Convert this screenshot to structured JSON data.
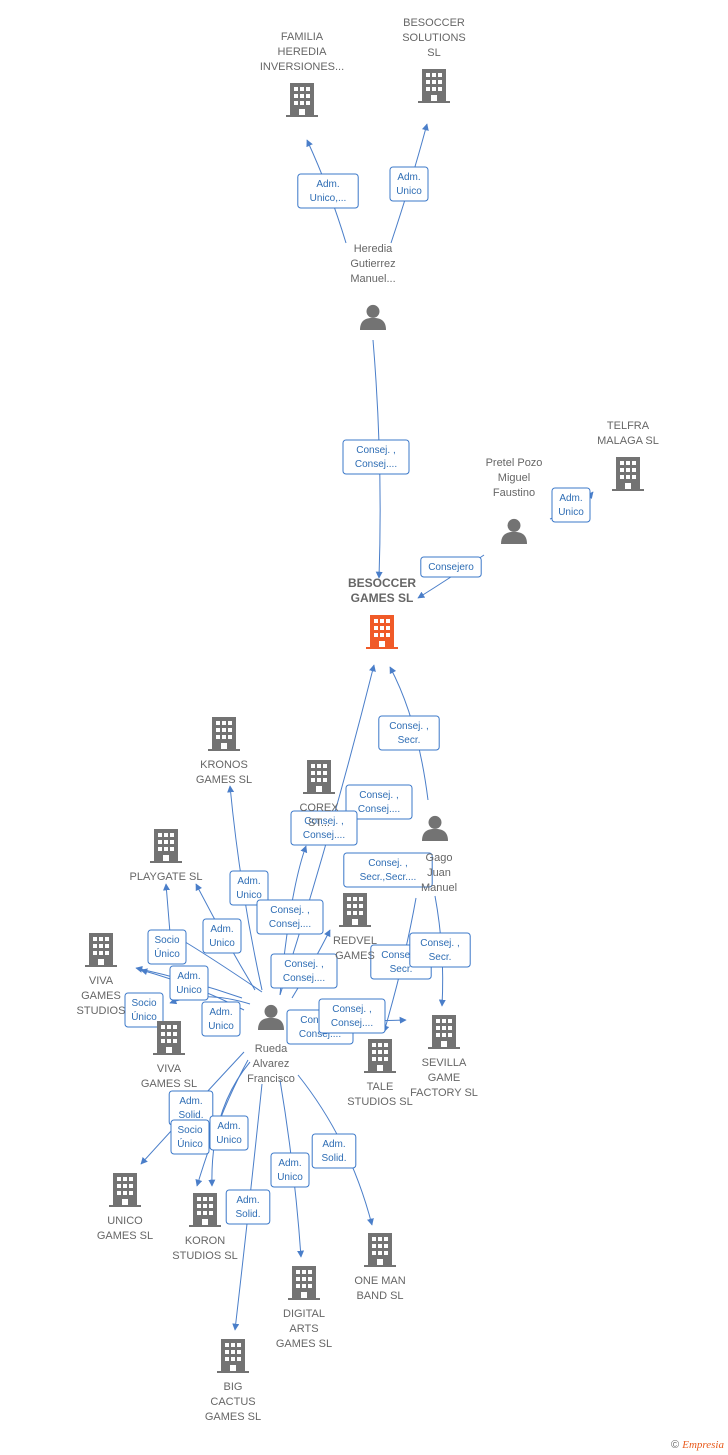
{
  "colors": {
    "company": "#737373",
    "main_company": "#f05a28",
    "person": "#737373",
    "edge": "#4a7ec9",
    "label": "#3b78c9"
  },
  "nodes": [
    {
      "id": "familia",
      "type": "company",
      "lines": [
        "FAMILIA",
        "HEREDIA",
        "INVERSIONES..."
      ]
    },
    {
      "id": "besoccer_sol",
      "type": "company",
      "lines": [
        "BESOCCER",
        "SOLUTIONS",
        "SL"
      ]
    },
    {
      "id": "heredia",
      "type": "person",
      "lines": [
        "Heredia",
        "Gutierrez",
        "Manuel..."
      ]
    },
    {
      "id": "telfra",
      "type": "company",
      "lines": [
        "TELFRA",
        "MALAGA SL"
      ]
    },
    {
      "id": "pretel",
      "type": "person",
      "lines": [
        "Pretel Pozo",
        "Miguel",
        "Faustino"
      ]
    },
    {
      "id": "besoccer_games",
      "type": "main",
      "lines": [
        "BESOCCER",
        "GAMES  SL"
      ]
    },
    {
      "id": "kronos",
      "type": "company",
      "lines": [
        "KRONOS",
        "GAMES  SL"
      ]
    },
    {
      "id": "corex",
      "type": "company",
      "lines": [
        "COREX",
        "ST..."
      ]
    },
    {
      "id": "gago",
      "type": "person",
      "lines": [
        "Gago",
        "Juan",
        "Manuel"
      ]
    },
    {
      "id": "playgate",
      "type": "company",
      "lines": [
        "PLAYGATE  SL"
      ]
    },
    {
      "id": "redvel",
      "type": "company",
      "lines": [
        "REDVEL",
        "GAMES"
      ]
    },
    {
      "id": "viva_studios",
      "type": "company",
      "lines": [
        "VIVA",
        "GAMES",
        "STUDIOS"
      ]
    },
    {
      "id": "viva_games",
      "type": "company",
      "lines": [
        "VIVA",
        "GAMES  SL"
      ]
    },
    {
      "id": "rueda",
      "type": "person",
      "lines": [
        "Rueda",
        "Alvarez",
        "Francisco"
      ]
    },
    {
      "id": "sevilla",
      "type": "company",
      "lines": [
        "SEVILLA",
        "GAME",
        "FACTORY  SL"
      ]
    },
    {
      "id": "tale",
      "type": "company",
      "lines": [
        "TALE",
        "STUDIOS  SL"
      ]
    },
    {
      "id": "unico",
      "type": "company",
      "lines": [
        "UNICO",
        "GAMES  SL"
      ]
    },
    {
      "id": "koron",
      "type": "company",
      "lines": [
        "KORON",
        "STUDIOS  SL"
      ]
    },
    {
      "id": "one_man",
      "type": "company",
      "lines": [
        "ONE MAN",
        "BAND  SL"
      ]
    },
    {
      "id": "digital",
      "type": "company",
      "lines": [
        "DIGITAL",
        "ARTS",
        "GAMES  SL"
      ]
    },
    {
      "id": "big_cactus",
      "type": "company",
      "lines": [
        "BIG",
        "CACTUS",
        "GAMES  SL"
      ]
    }
  ],
  "relations": [
    {
      "id": "r_her_fam",
      "lines": [
        "Adm.",
        "Unico,..."
      ]
    },
    {
      "id": "r_her_bes",
      "lines": [
        "Adm.",
        "Unico"
      ]
    },
    {
      "id": "r_her_main",
      "lines": [
        "Consej. ,",
        "Consej...."
      ]
    },
    {
      "id": "r_pre_tel",
      "lines": [
        "Adm.",
        "Unico"
      ]
    },
    {
      "id": "r_pre_main",
      "lines": [
        "Consejero"
      ]
    },
    {
      "id": "r_gago_main",
      "lines": [
        "Consej. ,",
        "Secr."
      ]
    },
    {
      "id": "r_rue_main",
      "lines": [
        "Consej. ,",
        "Consej...."
      ]
    },
    {
      "id": "r_rue_corex",
      "lines": [
        "Consej. ,",
        "Consej...."
      ]
    },
    {
      "id": "r_gago_x",
      "lines": [
        "Consej. ,",
        "Secr.,Secr...."
      ]
    },
    {
      "id": "r_rue_kronos",
      "lines": [
        "Adm.",
        "Unico"
      ]
    },
    {
      "id": "r_rue_redvel",
      "lines": [
        "Consej. ,",
        "Consej...."
      ]
    },
    {
      "id": "r_rue_playgate",
      "lines": [
        "Adm.",
        "Unico"
      ]
    },
    {
      "id": "r_rue_viva1",
      "lines": [
        "Socio",
        "Único"
      ]
    },
    {
      "id": "r_rue_viva2",
      "lines": [
        "Adm.",
        "Unico"
      ]
    },
    {
      "id": "r_rue_viva3",
      "lines": [
        "Socio",
        "Único"
      ]
    },
    {
      "id": "r_rue_viva4",
      "lines": [
        "Adm.",
        "Unico"
      ]
    },
    {
      "id": "r_rue_x2",
      "lines": [
        "Consej. ,",
        "Consej...."
      ]
    },
    {
      "id": "r_gago_tale",
      "lines": [
        "Consej. ,",
        "Secr."
      ]
    },
    {
      "id": "r_gago_sev",
      "lines": [
        "Consej. ,",
        "Secr."
      ]
    },
    {
      "id": "r_rue_cons",
      "lines": [
        "Consej. ,",
        "Consej...."
      ]
    },
    {
      "id": "r_rue_sev",
      "lines": [
        "Consej. ,",
        "Consej...."
      ]
    },
    {
      "id": "r_rue_unico",
      "lines": [
        "Adm.",
        "Solid."
      ]
    },
    {
      "id": "r_rue_koron1",
      "lines": [
        "Socio",
        "Único"
      ]
    },
    {
      "id": "r_rue_koron2",
      "lines": [
        "Adm.",
        "Unico"
      ]
    },
    {
      "id": "r_rue_oneman",
      "lines": [
        "Adm.",
        "Solid."
      ]
    },
    {
      "id": "r_rue_digital",
      "lines": [
        "Adm.",
        "Unico"
      ]
    },
    {
      "id": "r_rue_cactus",
      "lines": [
        "Adm.",
        "Solid."
      ]
    }
  ],
  "footer": {
    "copyright": "©",
    "brand_initial": "E",
    "brand_rest": "mpresia"
  }
}
